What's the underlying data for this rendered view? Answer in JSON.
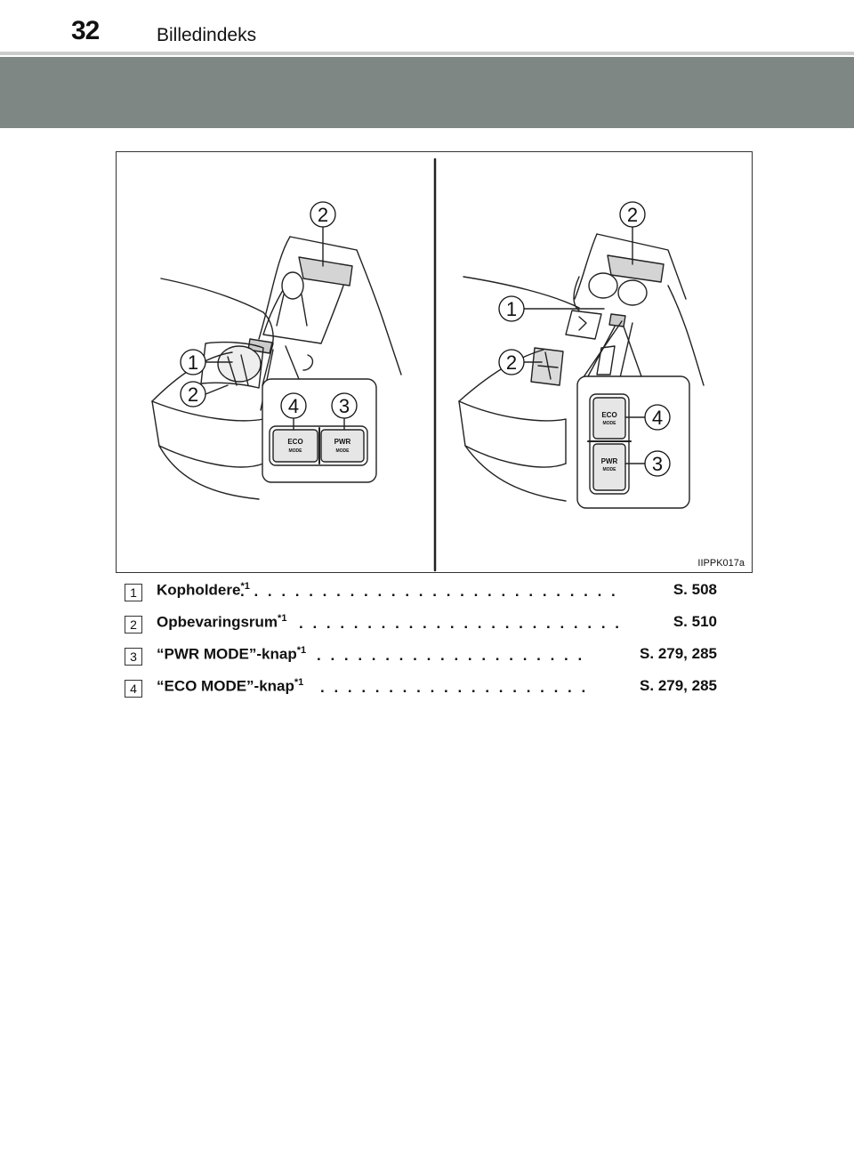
{
  "header": {
    "page_number": "32",
    "section_title": "Billedindeks"
  },
  "figure": {
    "code": "IIPPK017a",
    "left_panel": {
      "callouts": [
        "2",
        "1",
        "2",
        "4",
        "3"
      ],
      "buttons": [
        {
          "line1": "ECO",
          "line2": "MODE"
        },
        {
          "line1": "PWR",
          "line2": "MODE"
        }
      ]
    },
    "right_panel": {
      "callouts": [
        "2",
        "1",
        "2",
        "4",
        "3"
      ],
      "buttons": [
        {
          "line1": "ECO",
          "line2": "MODE"
        },
        {
          "line1": "PWR",
          "line2": "MODE"
        }
      ]
    }
  },
  "legend": [
    {
      "num": "1",
      "label": "Kopholdere",
      "sup": "*1",
      "ref": "S. 508"
    },
    {
      "num": "2",
      "label": "Opbevaringsrum",
      "sup": "*1",
      "ref": "S. 510"
    },
    {
      "num": "3",
      "label": "“PWR MODE”-knap",
      "sup": "*1",
      "ref": "S. 279, 285"
    },
    {
      "num": "4",
      "label": "“ECO MODE”-knap",
      "sup": "*1",
      "ref": "S. 279, 285"
    }
  ]
}
